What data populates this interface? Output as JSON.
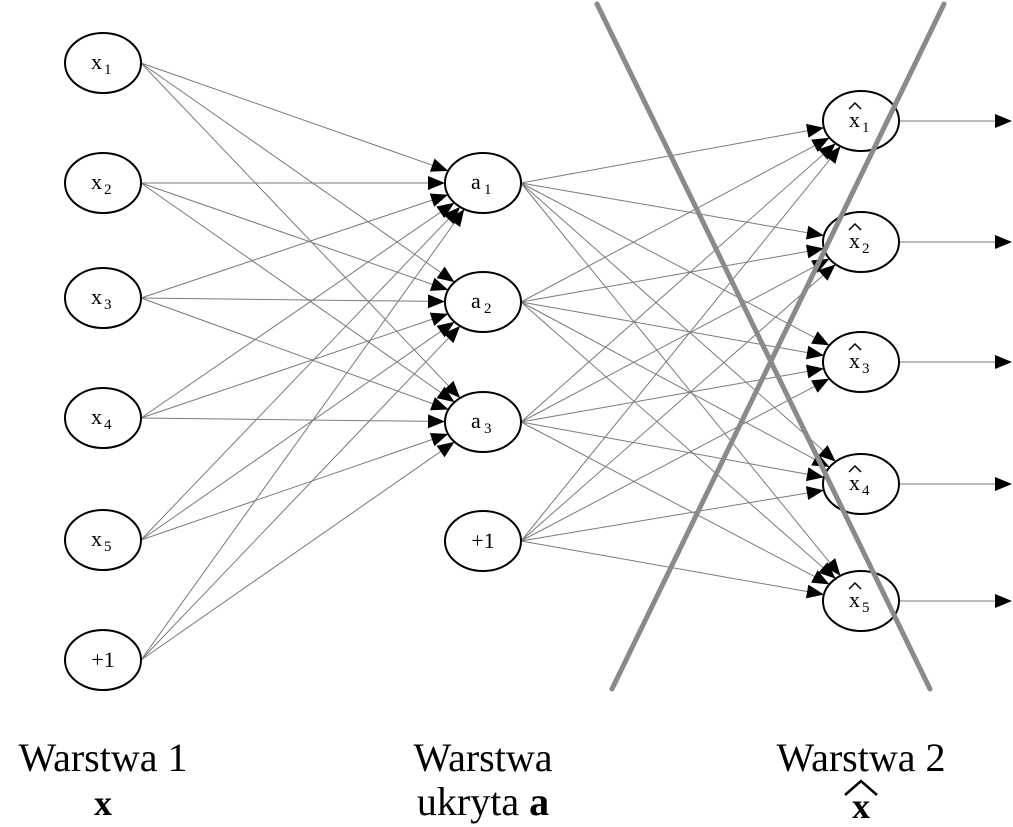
{
  "diagram": {
    "type": "autoencoder-network",
    "layers": [
      {
        "id": "input",
        "title": "Warstwa 1",
        "symbol": "x",
        "symbol_hat": false,
        "nodes": [
          {
            "base": "x",
            "sub": "1",
            "hat": false
          },
          {
            "base": "x",
            "sub": "2",
            "hat": false
          },
          {
            "base": "x",
            "sub": "3",
            "hat": false
          },
          {
            "base": "x",
            "sub": "4",
            "hat": false
          },
          {
            "base": "x",
            "sub": "5",
            "hat": false
          },
          {
            "base": "+1",
            "sub": "",
            "hat": false,
            "bias": true
          }
        ]
      },
      {
        "id": "hidden",
        "title": "Warstwa",
        "subtitle_prefix": "ukryta ",
        "symbol": "a",
        "symbol_hat": false,
        "nodes": [
          {
            "base": "a",
            "sub": "1",
            "hat": false
          },
          {
            "base": "a",
            "sub": "2",
            "hat": false
          },
          {
            "base": "a",
            "sub": "3",
            "hat": false
          },
          {
            "base": "+1",
            "sub": "",
            "hat": false,
            "bias": true
          }
        ]
      },
      {
        "id": "output",
        "title": "Warstwa 2",
        "symbol": "x",
        "symbol_hat": true,
        "nodes": [
          {
            "base": "x",
            "sub": "1",
            "hat": true
          },
          {
            "base": "x",
            "sub": "2",
            "hat": true
          },
          {
            "base": "x",
            "sub": "3",
            "hat": true
          },
          {
            "base": "x",
            "sub": "4",
            "hat": true
          },
          {
            "base": "x",
            "sub": "5",
            "hat": true
          }
        ]
      }
    ],
    "connections": "fully-connected (each non-bias target receives from every node of previous layer incl. bias)",
    "output_arrows": true,
    "crossed_out_layer": "output",
    "colors": {
      "edge": "#7a7a7a",
      "cross": "#8a8a8a",
      "node_stroke": "#000000",
      "arrowhead": "#000000"
    }
  }
}
